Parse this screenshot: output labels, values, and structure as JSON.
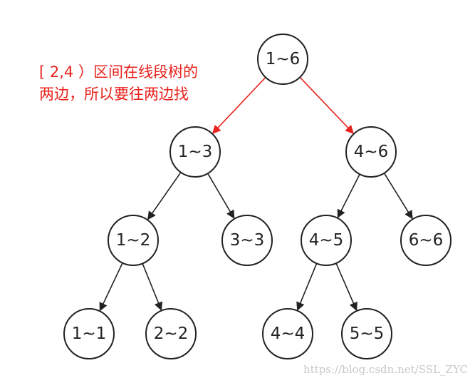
{
  "annotation": {
    "lines": [
      "[ 2,4 ）区间在线段树的",
      "两边，所以要往两边找"
    ],
    "color": "#e8221c"
  },
  "tree": {
    "nodes": [
      {
        "id": "root",
        "label": "1~6"
      },
      {
        "id": "n13",
        "label": "1~3"
      },
      {
        "id": "n46",
        "label": "4~6"
      },
      {
        "id": "n12",
        "label": "1~2"
      },
      {
        "id": "n33",
        "label": "3~3"
      },
      {
        "id": "n45",
        "label": "4~5"
      },
      {
        "id": "n66",
        "label": "6~6"
      },
      {
        "id": "n11",
        "label": "1~1"
      },
      {
        "id": "n22",
        "label": "2~2"
      },
      {
        "id": "n44",
        "label": "4~4"
      },
      {
        "id": "n55",
        "label": "5~5"
      }
    ],
    "edges": [
      {
        "from": "root",
        "to": "n13",
        "highlight": true
      },
      {
        "from": "root",
        "to": "n46",
        "highlight": true
      },
      {
        "from": "n13",
        "to": "n12",
        "highlight": false
      },
      {
        "from": "n13",
        "to": "n33",
        "highlight": false
      },
      {
        "from": "n46",
        "to": "n45",
        "highlight": false
      },
      {
        "from": "n46",
        "to": "n66",
        "highlight": false
      },
      {
        "from": "n12",
        "to": "n11",
        "highlight": false
      },
      {
        "from": "n12",
        "to": "n22",
        "highlight": false
      },
      {
        "from": "n45",
        "to": "n44",
        "highlight": false
      },
      {
        "from": "n45",
        "to": "n55",
        "highlight": false
      }
    ],
    "edge_color": "#222222",
    "highlight_color": "#e8221c"
  },
  "watermark": "https://blog.csdn.net/SSL_ZYC"
}
